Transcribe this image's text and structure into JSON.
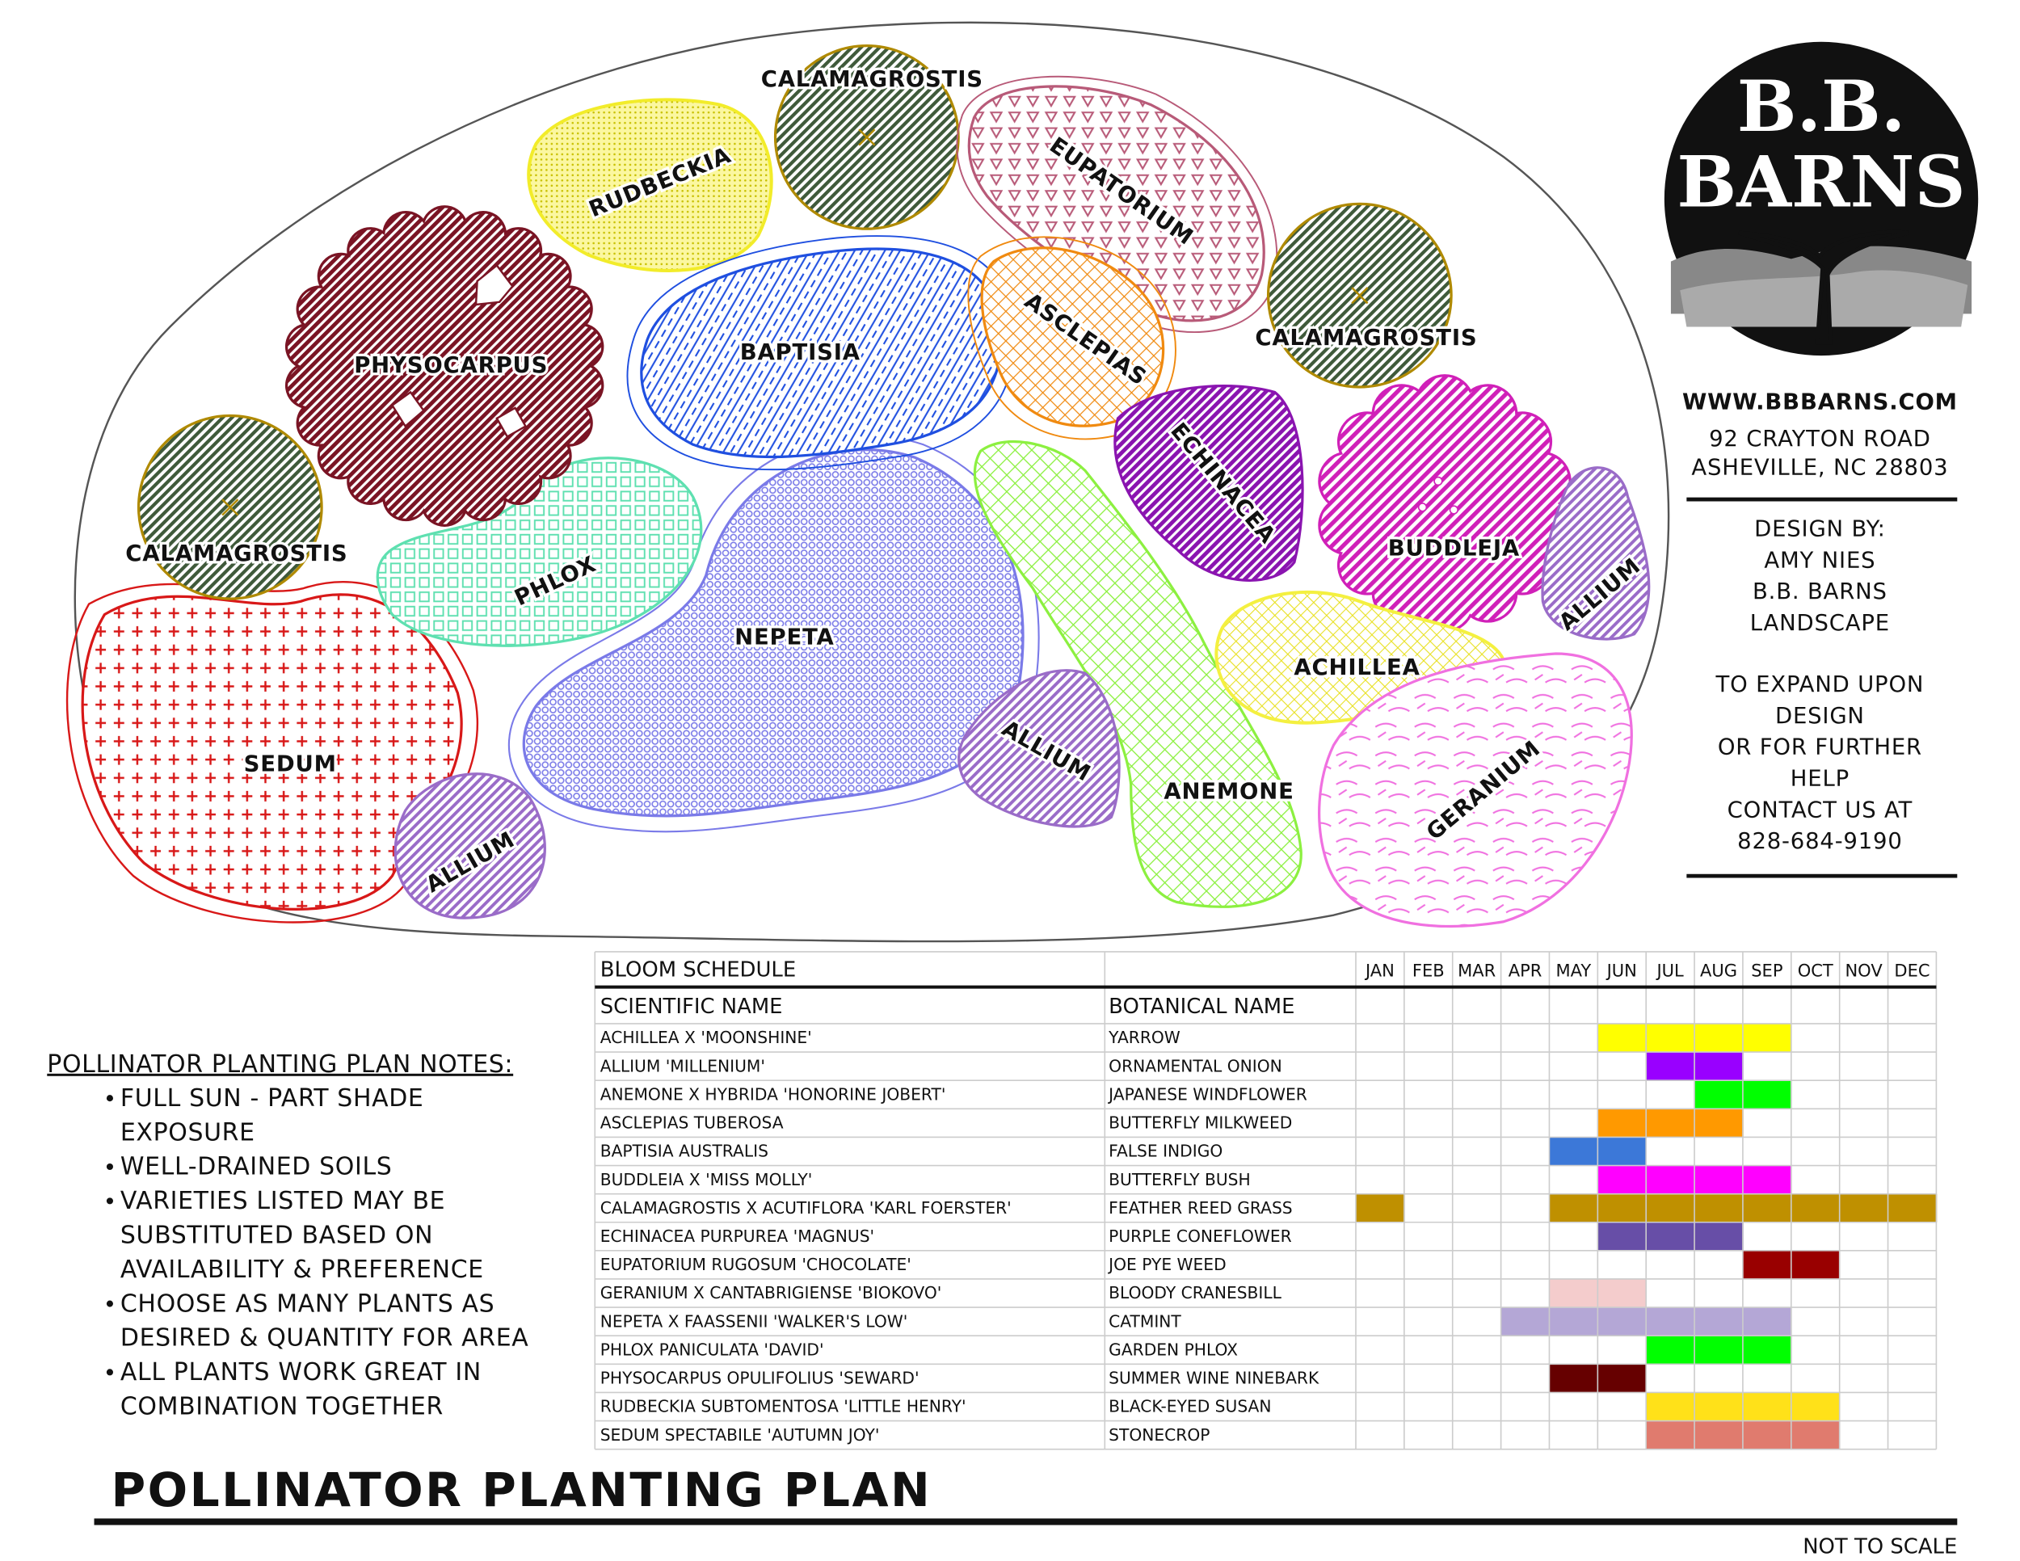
{
  "title": "POLLINATOR PLANTING PLAN",
  "scale_note": "NOT TO SCALE",
  "company": {
    "logo_line1": "B.B.",
    "logo_line2": "BARNS",
    "website": "WWW.BBBARNS.COM",
    "address1": "92 CRAYTON ROAD",
    "address2": "ASHEVILLE, NC   28803",
    "design_by": [
      "DESIGN BY:",
      "AMY NIES",
      "B.B. BARNS",
      "LANDSCAPE"
    ],
    "contact": [
      "TO EXPAND UPON",
      "DESIGN",
      "OR FOR FURTHER",
      "HELP",
      "CONTACT US AT",
      "828-684-9190"
    ]
  },
  "plan": {
    "labels": {
      "calamagrostis_top": "CALAMAGROSTIS",
      "calamagrostis_right": "CALAMAGROSTIS",
      "calamagrostis_left": "CALAMAGROSTIS",
      "rudbeckia": "RUDBECKIA",
      "eupatorium": "EUPATORIUM",
      "physocarpus": "PHYSOCARPUS",
      "baptisia": "BAPTISIA",
      "asclepias": "ASCLEPIAS",
      "echinacea": "ECHINACEA",
      "buddleja": "BUDDLEJA",
      "allium_right": "ALLIUM",
      "phlox": "PHLOX",
      "nepeta": "NEPETA",
      "sedum": "SEDUM",
      "allium_left": "ALLIUM",
      "allium_center": "ALLIUM",
      "anemone": "ANEMONE",
      "achillea": "ACHILLEA",
      "geranium": "GERANIUM"
    },
    "colors": {
      "calamagrostis": "#3f5a3a",
      "rudbeckia": "#f2ec2a",
      "eupatorium": "#b85a78",
      "physocarpus": "#7a1424",
      "baptisia": "#1f4fe0",
      "asclepias": "#f08a10",
      "echinacea": "#8a14b0",
      "buddleja": "#d020b8",
      "allium": "#9a6cc8",
      "phlox": "#5ee0b0",
      "nepeta": "#7a7ae8",
      "sedum": "#d81818",
      "anemone": "#8cf040",
      "achillea": "#f4f040",
      "geranium": "#f070e0"
    }
  },
  "notes": {
    "title": "POLLINATOR PLANTING PLAN NOTES:",
    "items": [
      [
        "FULL SUN - PART SHADE",
        "EXPOSURE"
      ],
      [
        "WELL-DRAINED SOILS"
      ],
      [
        "VARIETIES LISTED MAY BE",
        "SUBSTITUTED BASED ON",
        "AVAILABILITY & PREFERENCE"
      ],
      [
        "CHOOSE AS MANY PLANTS AS",
        "DESIRED & QUANTITY FOR AREA"
      ],
      [
        "ALL PLANTS WORK GREAT IN",
        "COMBINATION TOGETHER"
      ]
    ]
  },
  "schedule": {
    "title": "BLOOM SCHEDULE",
    "col_scientific": "SCIENTIFIC NAME",
    "col_botanical": "BOTANICAL NAME",
    "months": [
      "JAN",
      "FEB",
      "MAR",
      "APR",
      "MAY",
      "JUN",
      "JUL",
      "AUG",
      "SEP",
      "OCT",
      "NOV",
      "DEC"
    ],
    "rows": [
      {
        "scientific": "ACHILLEA X 'MOONSHINE'",
        "botanical": "YARROW",
        "bloom": [
          6,
          7,
          8,
          9
        ],
        "color": "#ffff00"
      },
      {
        "scientific": "ALLIUM 'MILLENIUM'",
        "botanical": "ORNAMENTAL ONION",
        "bloom": [
          7,
          8
        ],
        "color": "#9900ff"
      },
      {
        "scientific": "ANEMONE X HYBRIDA 'HONORINE JOBERT'",
        "botanical": "JAPANESE WINDFLOWER",
        "bloom": [
          8,
          9
        ],
        "color": "#00ff00"
      },
      {
        "scientific": "ASCLEPIAS TUBEROSA",
        "botanical": "BUTTERFLY MILKWEED",
        "bloom": [
          6,
          7,
          8
        ],
        "color": "#ff9900"
      },
      {
        "scientific": "BAPTISIA AUSTRALIS",
        "botanical": "FALSE INDIGO",
        "bloom": [
          5,
          6
        ],
        "color": "#3c78d8"
      },
      {
        "scientific": "BUDDLEIA X 'MISS MOLLY'",
        "botanical": "BUTTERFLY BUSH",
        "bloom": [
          6,
          7,
          8,
          9
        ],
        "color": "#ff00ff"
      },
      {
        "scientific": "CALAMAGROSTIS X ACUTIFLORA 'KARL FOERSTER'",
        "botanical": "FEATHER REED GRASS",
        "bloom": [
          1,
          5,
          6,
          7,
          8,
          9,
          10,
          11,
          12
        ],
        "color": "#bf9000"
      },
      {
        "scientific": "ECHINACEA PURPUREA 'MAGNUS'",
        "botanical": "PURPLE CONEFLOWER",
        "bloom": [
          6,
          7,
          8
        ],
        "color": "#674ea7"
      },
      {
        "scientific": "EUPATORIUM RUGOSUM 'CHOCOLATE'",
        "botanical": "JOE PYE WEED",
        "bloom": [
          9,
          10
        ],
        "color": "#990000"
      },
      {
        "scientific": "GERANIUM X CANTABRIGIENSE 'BIOKOVO'",
        "botanical": "BLOODY CRANESBILL",
        "bloom": [
          5,
          6
        ],
        "color": "#f4cccc"
      },
      {
        "scientific": "NEPETA X FAASSENII 'WALKER'S LOW'",
        "botanical": "CATMINT",
        "bloom": [
          4,
          5,
          6,
          7,
          8,
          9
        ],
        "color": "#b4a7d6"
      },
      {
        "scientific": "PHLOX PANICULATA 'DAVID'",
        "botanical": "GARDEN PHLOX",
        "bloom": [
          7,
          8,
          9
        ],
        "color": "#00ff00"
      },
      {
        "scientific": "PHYSOCARPUS OPULIFOLIUS 'SEWARD'",
        "botanical": "SUMMER WINE NINEBARK",
        "bloom": [
          5,
          6
        ],
        "color": "#660000"
      },
      {
        "scientific": "RUDBECKIA SUBTOMENTOSA 'LITTLE HENRY'",
        "botanical": "BLACK-EYED SUSAN",
        "bloom": [
          7,
          8,
          9,
          10
        ],
        "color": "#ffe119"
      },
      {
        "scientific": "SEDUM SPECTABILE 'AUTUMN JOY'",
        "botanical": "STONECROP",
        "bloom": [
          7,
          8,
          9,
          10
        ],
        "color": "#e07b6e"
      }
    ]
  }
}
